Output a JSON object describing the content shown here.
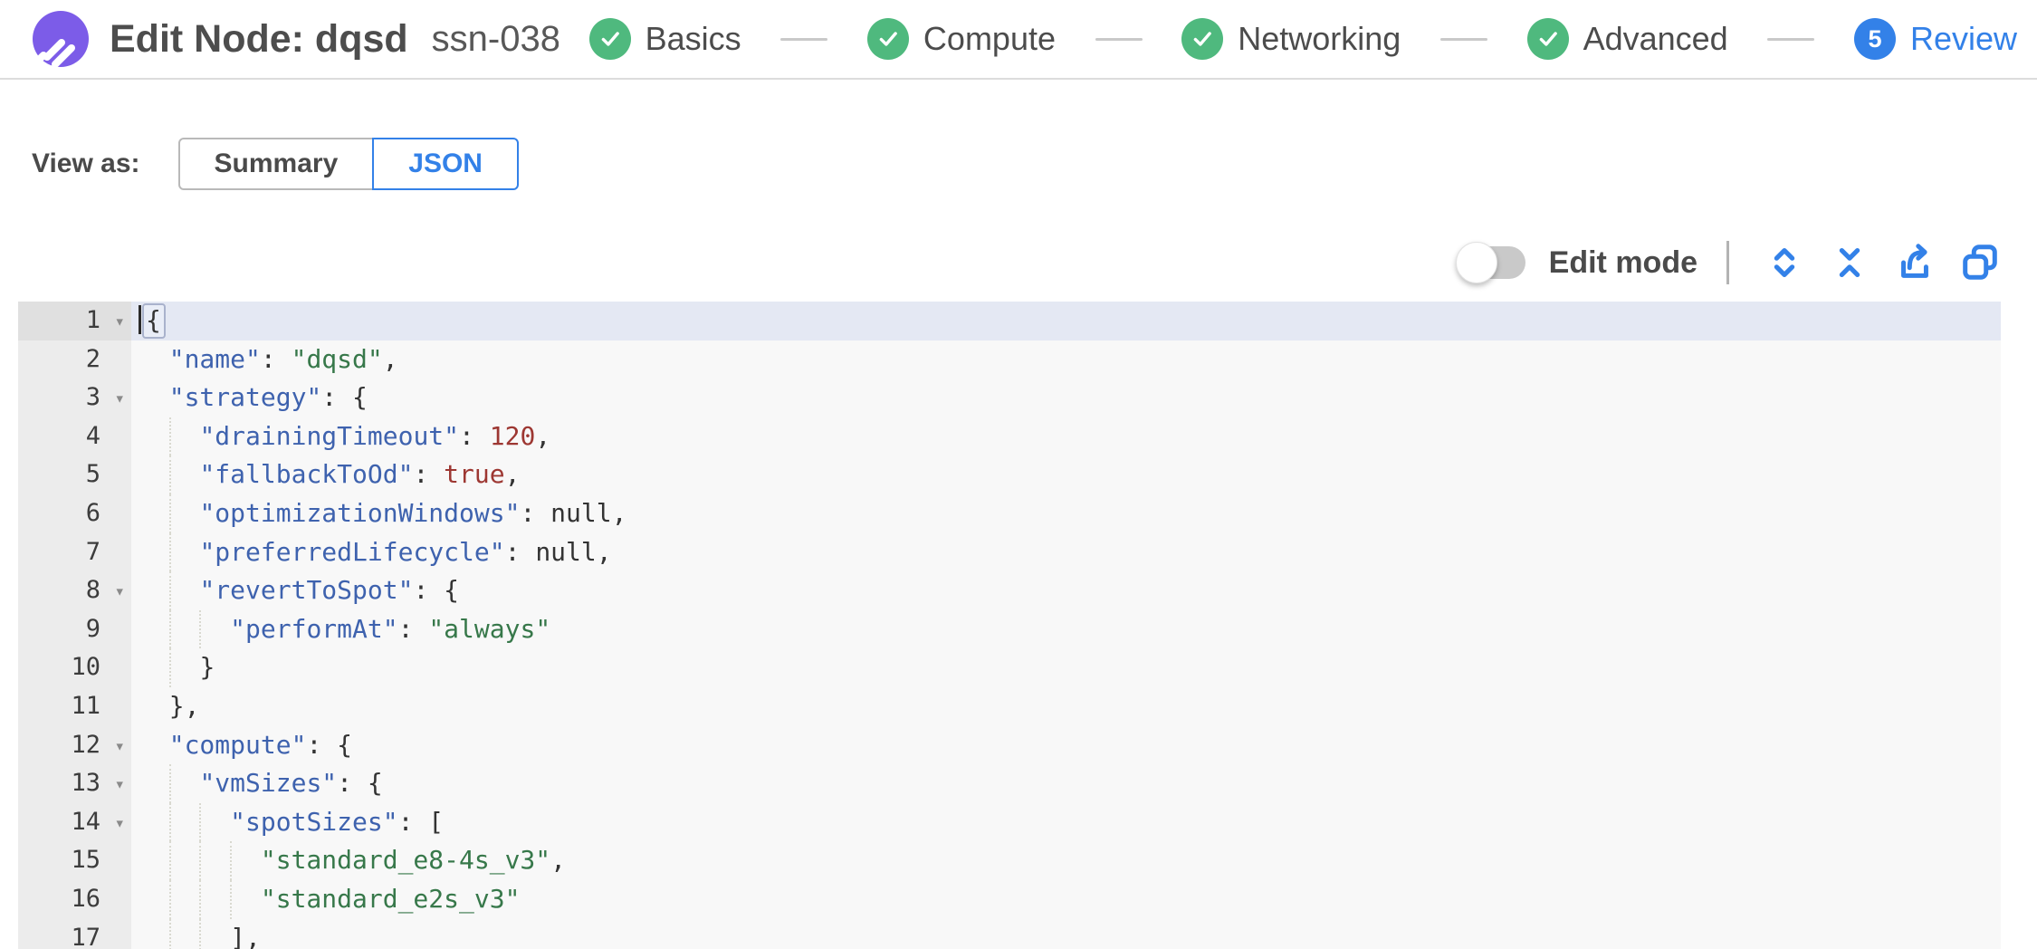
{
  "header": {
    "logo": "spot-logo",
    "title": "Edit Node: dqsd",
    "subtitle": "ssn-038",
    "steps": [
      {
        "label": "Basics",
        "state": "completed",
        "icon": "check-icon"
      },
      {
        "label": "Compute",
        "state": "completed",
        "icon": "check-icon"
      },
      {
        "label": "Networking",
        "state": "completed",
        "icon": "check-icon"
      },
      {
        "label": "Advanced",
        "state": "completed",
        "icon": "check-icon"
      },
      {
        "label": "Review",
        "state": "current",
        "number": "5"
      }
    ]
  },
  "view_as": {
    "label": "View as:",
    "options": [
      {
        "label": "Summary",
        "selected": false
      },
      {
        "label": "JSON",
        "selected": true
      }
    ]
  },
  "toolbar": {
    "edit_mode_label": "Edit mode",
    "edit_mode_on": false,
    "icons": [
      "expand-icon",
      "collapse-icon",
      "export-icon",
      "copy-icon"
    ]
  },
  "colors": {
    "accent_blue": "#3381e8",
    "step_green": "#4fb97e",
    "logo_purple": "#7c5ce8",
    "json_key": "#3e62ae",
    "json_string": "#37784a",
    "json_number": "#9d3732",
    "active_line_bg": "#e4e8f3",
    "editor_bg": "#f8f8f8",
    "gutter_bg": "#ececec"
  },
  "editor": {
    "language": "json",
    "active_line": 1,
    "lines": [
      {
        "num": 1,
        "indent": 0,
        "fold": true,
        "active": true,
        "tokens": [
          {
            "t": "punc",
            "v": "{",
            "hl": true,
            "cursor": true
          }
        ]
      },
      {
        "num": 2,
        "indent": 2,
        "tokens": [
          {
            "t": "ws",
            "v": "  "
          },
          {
            "t": "key",
            "v": "\"name\""
          },
          {
            "t": "punc",
            "v": ": "
          },
          {
            "t": "str",
            "v": "\"dqsd\""
          },
          {
            "t": "punc",
            "v": ","
          }
        ]
      },
      {
        "num": 3,
        "indent": 2,
        "fold": true,
        "tokens": [
          {
            "t": "ws",
            "v": "  "
          },
          {
            "t": "key",
            "v": "\"strategy\""
          },
          {
            "t": "punc",
            "v": ": {"
          }
        ]
      },
      {
        "num": 4,
        "indent": 4,
        "tokens": [
          {
            "t": "ws",
            "v": "    "
          },
          {
            "t": "key",
            "v": "\"drainingTimeout\""
          },
          {
            "t": "punc",
            "v": ": "
          },
          {
            "t": "num",
            "v": "120"
          },
          {
            "t": "punc",
            "v": ","
          }
        ]
      },
      {
        "num": 5,
        "indent": 4,
        "tokens": [
          {
            "t": "ws",
            "v": "    "
          },
          {
            "t": "key",
            "v": "\"fallbackToOd\""
          },
          {
            "t": "punc",
            "v": ": "
          },
          {
            "t": "kw",
            "v": "true"
          },
          {
            "t": "punc",
            "v": ","
          }
        ]
      },
      {
        "num": 6,
        "indent": 4,
        "tokens": [
          {
            "t": "ws",
            "v": "    "
          },
          {
            "t": "key",
            "v": "\"optimizationWindows\""
          },
          {
            "t": "punc",
            "v": ": "
          },
          {
            "t": "nul",
            "v": "null"
          },
          {
            "t": "punc",
            "v": ","
          }
        ]
      },
      {
        "num": 7,
        "indent": 4,
        "tokens": [
          {
            "t": "ws",
            "v": "    "
          },
          {
            "t": "key",
            "v": "\"preferredLifecycle\""
          },
          {
            "t": "punc",
            "v": ": "
          },
          {
            "t": "nul",
            "v": "null"
          },
          {
            "t": "punc",
            "v": ","
          }
        ]
      },
      {
        "num": 8,
        "indent": 4,
        "fold": true,
        "tokens": [
          {
            "t": "ws",
            "v": "    "
          },
          {
            "t": "key",
            "v": "\"revertToSpot\""
          },
          {
            "t": "punc",
            "v": ": {"
          }
        ]
      },
      {
        "num": 9,
        "indent": 6,
        "tokens": [
          {
            "t": "ws",
            "v": "      "
          },
          {
            "t": "key",
            "v": "\"performAt\""
          },
          {
            "t": "punc",
            "v": ": "
          },
          {
            "t": "str",
            "v": "\"always\""
          }
        ]
      },
      {
        "num": 10,
        "indent": 4,
        "tokens": [
          {
            "t": "ws",
            "v": "    "
          },
          {
            "t": "punc",
            "v": "}"
          }
        ]
      },
      {
        "num": 11,
        "indent": 2,
        "tokens": [
          {
            "t": "ws",
            "v": "  "
          },
          {
            "t": "punc",
            "v": "},"
          }
        ]
      },
      {
        "num": 12,
        "indent": 2,
        "fold": true,
        "tokens": [
          {
            "t": "ws",
            "v": "  "
          },
          {
            "t": "key",
            "v": "\"compute\""
          },
          {
            "t": "punc",
            "v": ": {"
          }
        ]
      },
      {
        "num": 13,
        "indent": 4,
        "fold": true,
        "tokens": [
          {
            "t": "ws",
            "v": "    "
          },
          {
            "t": "key",
            "v": "\"vmSizes\""
          },
          {
            "t": "punc",
            "v": ": {"
          }
        ]
      },
      {
        "num": 14,
        "indent": 6,
        "fold": true,
        "tokens": [
          {
            "t": "ws",
            "v": "      "
          },
          {
            "t": "key",
            "v": "\"spotSizes\""
          },
          {
            "t": "punc",
            "v": ": ["
          }
        ]
      },
      {
        "num": 15,
        "indent": 8,
        "tokens": [
          {
            "t": "ws",
            "v": "        "
          },
          {
            "t": "str",
            "v": "\"standard_e8-4s_v3\""
          },
          {
            "t": "punc",
            "v": ","
          }
        ]
      },
      {
        "num": 16,
        "indent": 8,
        "tokens": [
          {
            "t": "ws",
            "v": "        "
          },
          {
            "t": "str",
            "v": "\"standard_e2s_v3\""
          }
        ]
      },
      {
        "num": 17,
        "indent": 6,
        "tokens": [
          {
            "t": "ws",
            "v": "      "
          },
          {
            "t": "punc",
            "v": "],"
          }
        ]
      }
    ]
  }
}
